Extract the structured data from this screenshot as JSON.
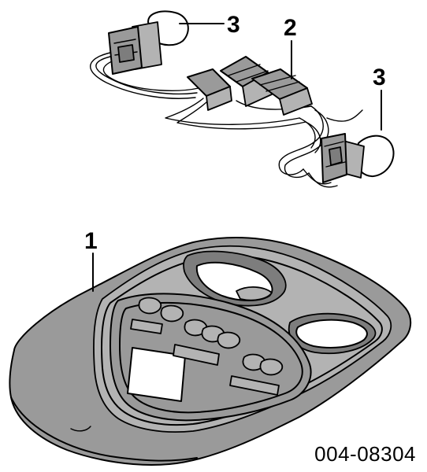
{
  "callouts": [
    {
      "label": "3"
    },
    {
      "label": "2"
    },
    {
      "label": "3"
    },
    {
      "label": "1"
    }
  ],
  "part_number": "004-08304",
  "colors": {
    "line": "#000000",
    "shade": "#9a9a9a",
    "background": "#ffffff"
  }
}
